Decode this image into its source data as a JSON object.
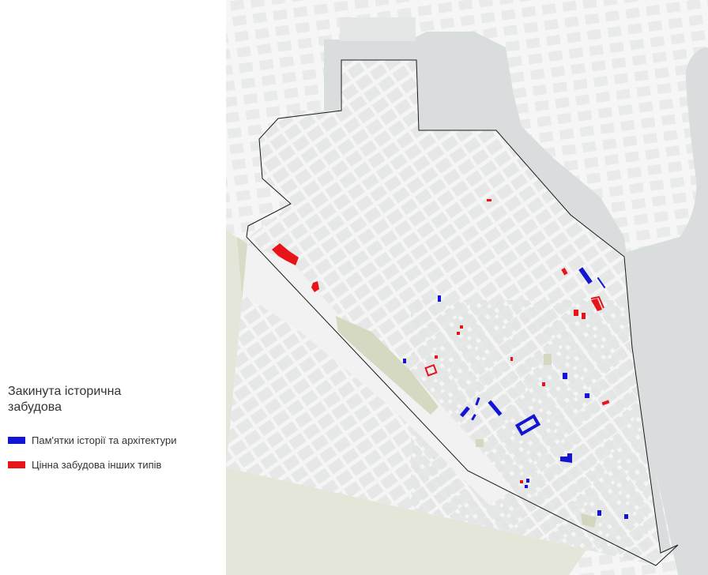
{
  "legend": {
    "title_line1": "Закинута історична",
    "title_line2": "забудова",
    "items": [
      {
        "label": "Пам'ятки історії та архітектури",
        "color": "#1414d4"
      },
      {
        "label": "Цінна забудова інших типів",
        "color": "#e8141a"
      }
    ]
  },
  "map": {
    "water_color": "#d8dcdc",
    "park_color": "#d9dcc8",
    "block_color": "#e9ebea",
    "boundary_color": "#1a1a1a",
    "monument_color": "#1414d4",
    "valuable_color": "#e8141a"
  }
}
